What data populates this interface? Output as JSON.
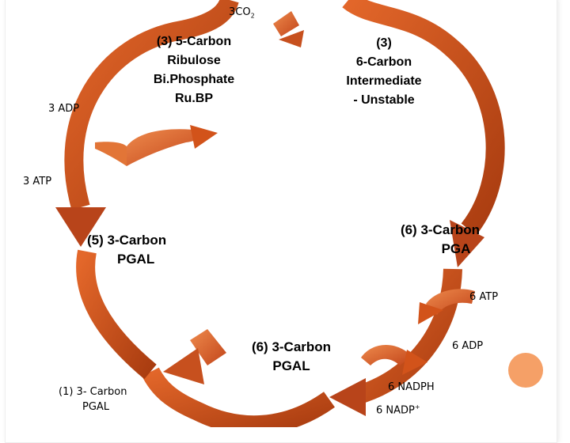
{
  "labels": {
    "co2": "3CO",
    "co2_sub": "2",
    "ribose_line1": "(3) 5-Carbon",
    "ribose_line2": "Ribulose",
    "ribose_line3": "Bi.Phosphate",
    "ribose_line4": "Ru.BP",
    "intermediate_line1": "(3)",
    "intermediate_line2": "6-Carbon",
    "intermediate_line3": "Intermediate",
    "intermediate_line4": "- Unstable",
    "adp_left": "3 ADP",
    "atp_left": "3 ATP",
    "pgal5_line1": "(5) 3-Carbon",
    "pgal5_line2": "PGAL",
    "pga6_line1": "(6) 3-Carbon",
    "pga6_line2": "PGA",
    "atp_right": "6 ATP",
    "adp_right": "6 ADP",
    "pgal6_line1": "(6) 3-Carbon",
    "pgal6_line2": "PGAL",
    "nadph": "6 NADPH",
    "nadp": "6 NADP",
    "nadp_sup": "+",
    "pgal1_line1": "(1)  3- Carbon",
    "pgal1_line2": "PGAL"
  },
  "colors": {
    "arrow_dark": "#a93c10",
    "arrow_mid": "#d2531a",
    "arrow_light": "#e97a3a",
    "accent_dot": "#f5a067"
  }
}
